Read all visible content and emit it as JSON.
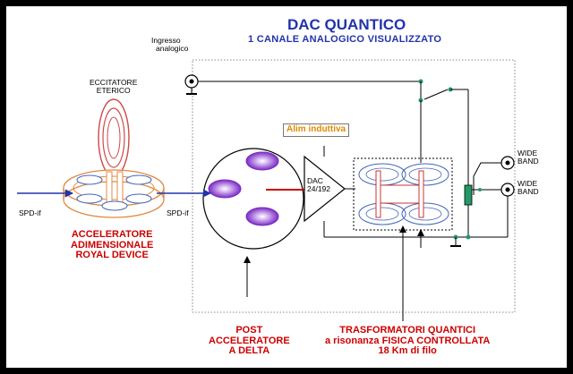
{
  "title": "DAC QUANTICO",
  "subtitle": "1 CANALE ANALOGICO  VISUALIZZATO",
  "ingresso": [
    "Ingresso",
    "analogico"
  ],
  "eccitatore": [
    "ECCITATORE",
    "ETERICO"
  ],
  "spdif_in": "SPD-if",
  "spdif_mid": "SPD-if",
  "accelerator": [
    "ACCELERATORE",
    "ADIMENSIONALE",
    "ROYAL DEVICE"
  ],
  "alim": "Alim induttiva",
  "dac": [
    "DAC",
    "24/192"
  ],
  "wide_band": [
    [
      "WIDE",
      "BAND"
    ],
    [
      "WIDE",
      "BAND"
    ]
  ],
  "post": [
    "POST",
    "ACCELERATORE",
    "A DELTA"
  ],
  "trasformatori": [
    "TRASFORMATORI QUANTICI",
    "a risonanza FISICA CONTROLLATA",
    "18 Km di filo"
  ],
  "colors": {
    "title_blue": "#2233aa",
    "label_red": "#cc0000",
    "alim_orange": "#e08a00",
    "arrow_blue": "#2233aa",
    "ellipse_purple": "#8833cc",
    "coil_red": "#cc3333",
    "transformer_blue": "#4466bb",
    "node_green": "#229966"
  }
}
